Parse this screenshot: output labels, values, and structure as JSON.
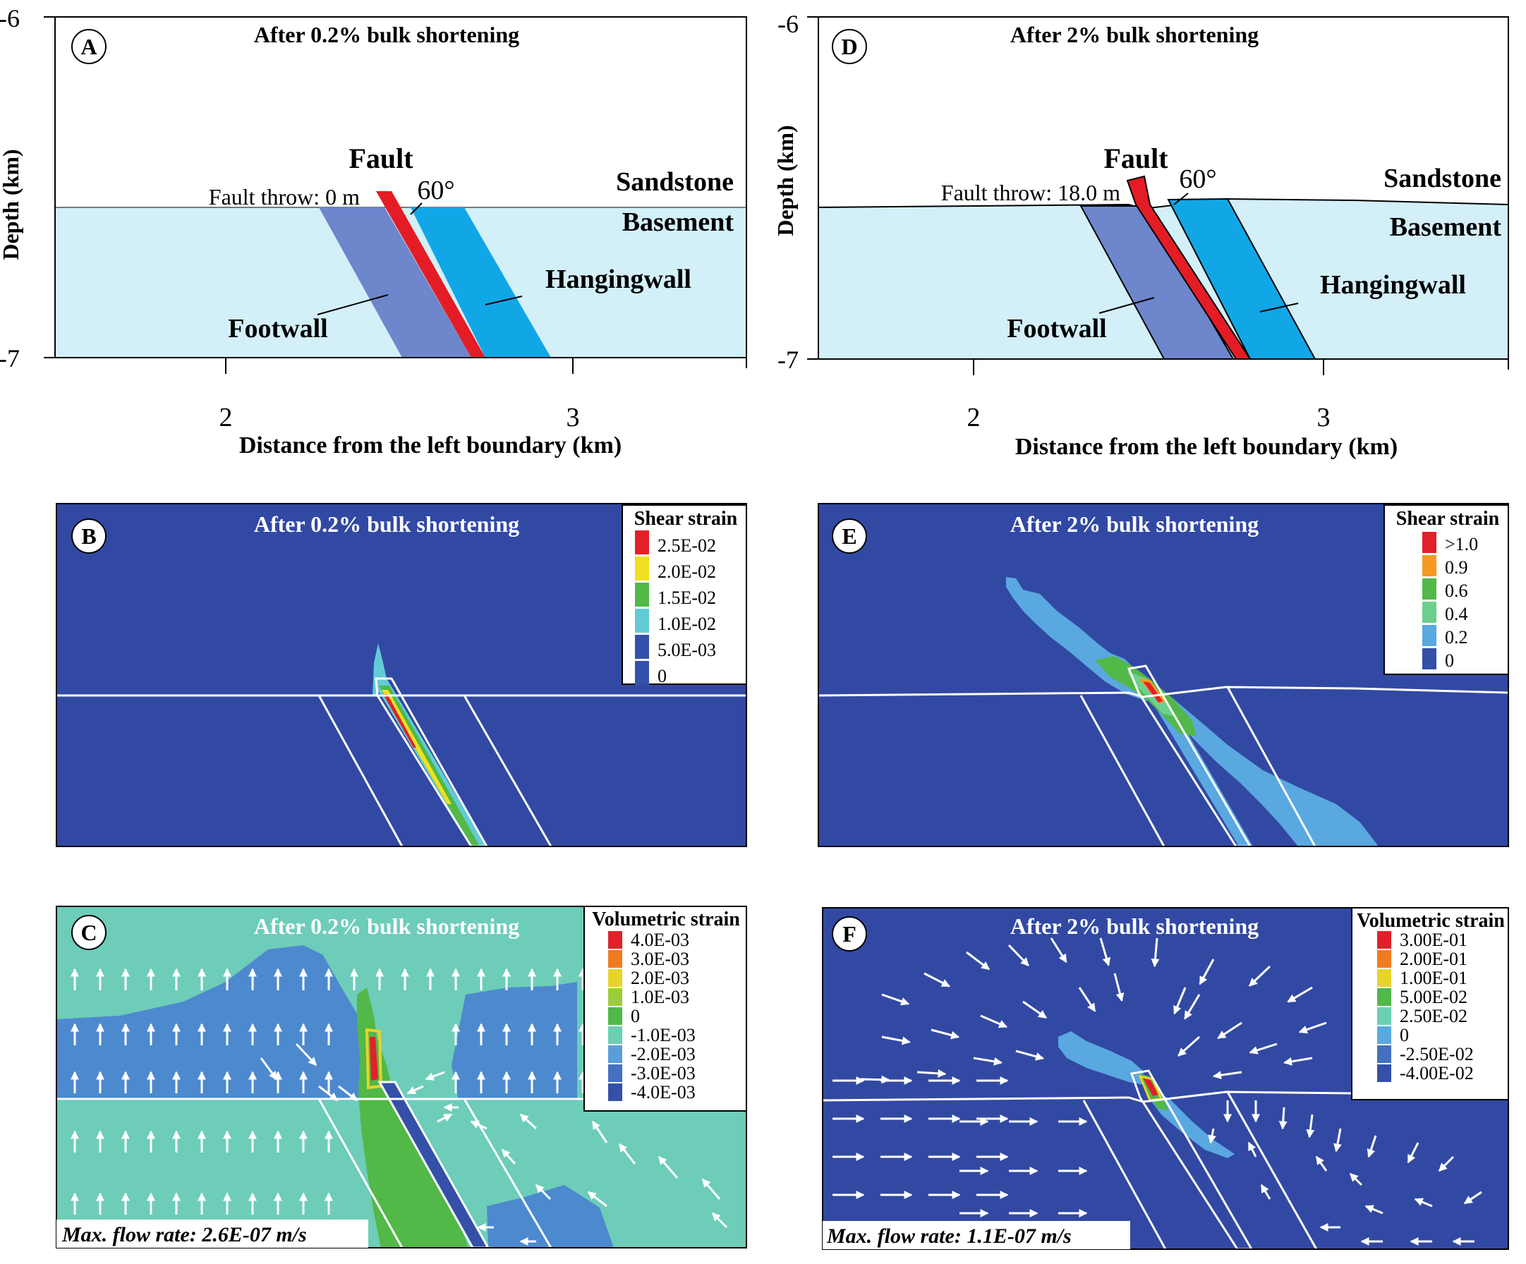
{
  "panel_A": {
    "letter": "A",
    "title": "After 0.2% bulk shortening",
    "y_ticks": [
      "-6",
      "-7"
    ],
    "y_label": "Depth (km)",
    "x_ticks": [
      "2",
      "3"
    ],
    "x_label": "Distance from the left boundary (km)",
    "fault_label": "Fault",
    "angle_label": "60°",
    "throw_label": "Fault throw: 0 m",
    "sandstone_label": "Sandstone",
    "basement_label": "Basement",
    "hangingwall_label": "Hangingwall",
    "footwall_label": "Footwall"
  },
  "panel_D": {
    "letter": "D",
    "title": "After 2% bulk shortening",
    "y_ticks": [
      "-6",
      "-7"
    ],
    "y_label": "Depth (km)",
    "x_ticks": [
      "2",
      "3"
    ],
    "x_label": "Distance from the left boundary (km)",
    "fault_label": "Fault",
    "angle_label": "60°",
    "throw_label": "Fault throw: 18.0 m",
    "sandstone_label": "Sandstone",
    "basement_label": "Basement",
    "hangingwall_label": "Hangingwall",
    "footwall_label": "Footwall"
  },
  "panel_B": {
    "letter": "B",
    "title": "After 0.2% bulk shortening",
    "legend_title": "Shear strain",
    "legend": [
      {
        "label": "2.5E-02",
        "color": "#e3202a"
      },
      {
        "label": "2.0E-02",
        "color": "#f0e020"
      },
      {
        "label": "1.5E-02",
        "color": "#52b848"
      },
      {
        "label": "1.0E-02",
        "color": "#62cbd6"
      },
      {
        "label": "5.0E-03",
        "color": "#3450a8"
      },
      {
        "label": "0",
        "color": "#3450a8"
      }
    ]
  },
  "panel_E": {
    "letter": "E",
    "title": "After 2% bulk shortening",
    "legend_title": "Shear strain",
    "legend": [
      {
        "label": ">1.0",
        "color": "#e3202a"
      },
      {
        "label": "0.9",
        "color": "#f49a20"
      },
      {
        "label": "0.6",
        "color": "#52b848"
      },
      {
        "label": "0.4",
        "color": "#6ccf8e"
      },
      {
        "label": "0.2",
        "color": "#5aa8e0"
      },
      {
        "label": "0",
        "color": "#3450a8"
      }
    ]
  },
  "panel_C": {
    "letter": "C",
    "title": "After 0.2% bulk shortening",
    "legend_title": "Volumetric strain",
    "legend": [
      {
        "label": "4.0E-03",
        "color": "#e3202a"
      },
      {
        "label": "3.0E-03",
        "color": "#f07c22"
      },
      {
        "label": "2.0E-03",
        "color": "#e6d42a"
      },
      {
        "label": "1.0E-03",
        "color": "#9ccc3a"
      },
      {
        "label": "0",
        "color": "#52b848"
      },
      {
        "label": "-1.0E-03",
        "color": "#6ccfb4"
      },
      {
        "label": "-2.0E-03",
        "color": "#5a9ed8"
      },
      {
        "label": "-3.0E-03",
        "color": "#4470c0"
      },
      {
        "label": "-4.0E-03",
        "color": "#3450a8"
      }
    ],
    "flow_rate": "Max. flow rate: 2.6E-07 m/s"
  },
  "panel_F": {
    "letter": "F",
    "title": "After 2% bulk shortening",
    "legend_title": "Volumetric strain",
    "legend": [
      {
        "label": "3.00E-01",
        "color": "#e3202a"
      },
      {
        "label": "2.00E-01",
        "color": "#f07c22"
      },
      {
        "label": "1.00E-01",
        "color": "#e6d42a"
      },
      {
        "label": "5.00E-02",
        "color": "#52b848"
      },
      {
        "label": "2.50E-02",
        "color": "#6ccfb4"
      },
      {
        "label": "0",
        "color": "#5aa8e0"
      },
      {
        "label": "-2.50E-02",
        "color": "#4470c0"
      },
      {
        "label": "-4.00E-02",
        "color": "#3450a8"
      }
    ],
    "flow_rate": "Max. flow rate: 1.1E-07 m/s"
  },
  "colors": {
    "basement": "#d3eff8",
    "footwall": "#6e86cc",
    "hangingwall": "#11a7e6",
    "fault": "#e41c26",
    "model_bg": "#3249a3",
    "vol_bg_C": "#6dcdb8"
  }
}
